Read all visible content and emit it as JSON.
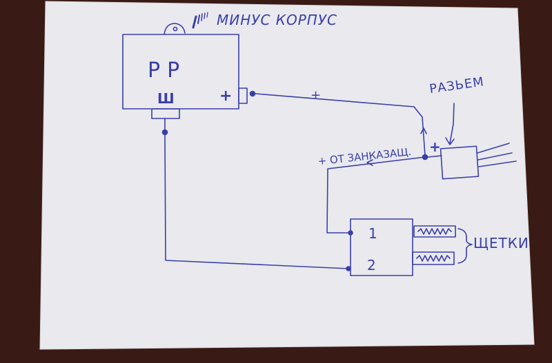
{
  "labels": {
    "ground": "МИНУС КОРПУС",
    "regulator": "РР",
    "field_terminal": "Ш",
    "plus_terminal": "+",
    "wire_plus": "+",
    "connector": "РАЗЬЕМ",
    "connector_plus": "+",
    "from_ignition": "+ ОТ ЗАНКАЗАЩ.",
    "brush_pin1": "1",
    "brush_pin2": "2",
    "brushes": "ЩЕТКИ"
  },
  "colors": {
    "ink": "#3a3fa8",
    "paper": "#ebebf0",
    "background": "#3a1a14"
  }
}
